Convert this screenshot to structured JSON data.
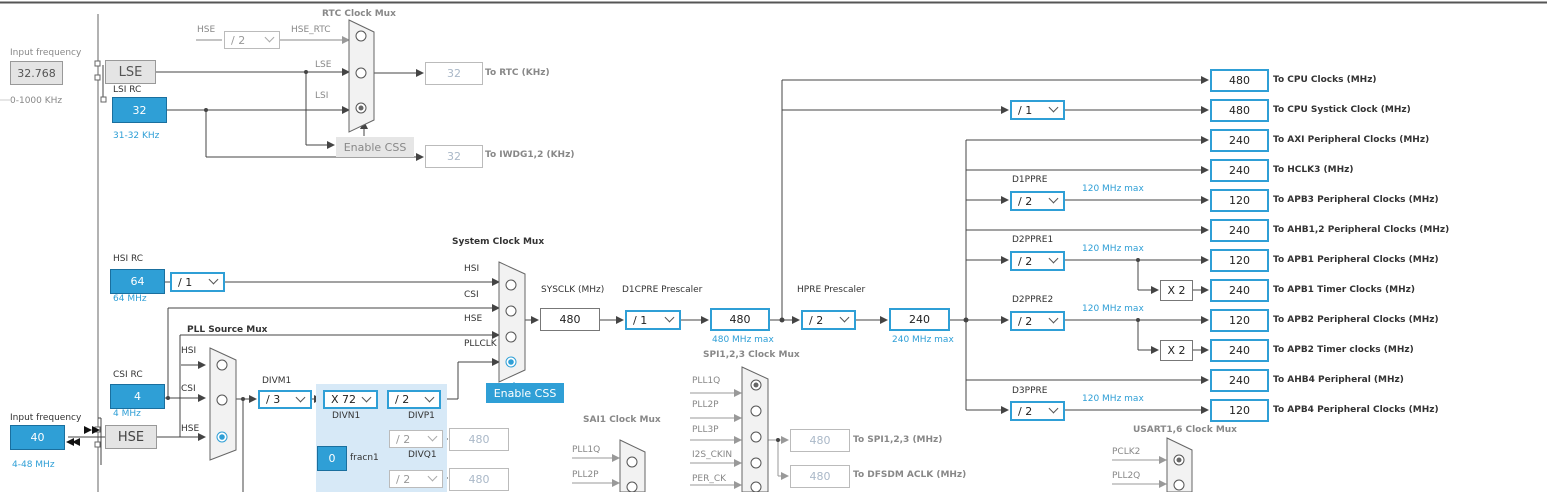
{
  "left": {
    "lse_input_label": "Input frequency",
    "lse_input_value": "32.768",
    "lse_range": "0-1000 KHz",
    "lse_label": "LSE",
    "lsi_title": "LSI RC",
    "lsi_value": "32",
    "lsi_range": "31-32 KHz",
    "hsi_title": "HSI RC",
    "hsi_value": "64",
    "hsi_range": "64 MHz",
    "csi_title": "CSI RC",
    "csi_value": "4",
    "csi_range": "4 MHz",
    "hse_input_label": "Input frequency",
    "hse_input_value": "40",
    "hse_range": "4-48 MHz",
    "hse_label": "HSE"
  },
  "rtc": {
    "title": "RTC Clock Mux",
    "hse_label": "HSE",
    "hse_div": "/ 2",
    "hse_rtc_label": "HSE_RTC",
    "lse_label": "LSE",
    "lsi_label": "LSI",
    "out_value": "32",
    "out_label": "To RTC (KHz)",
    "enable_css": "Enable CSS",
    "iwdg_value": "32",
    "iwdg_label": "To IWDG1,2 (KHz)"
  },
  "sys": {
    "title": "System Clock Mux",
    "hsi_div": "/ 1",
    "in_hsi": "HSI",
    "in_csi": "CSI",
    "in_hse": "HSE",
    "in_pllclk": "PLLCLK",
    "enable_css": "Enable CSS",
    "sysclk_label": "SYSCLK (MHz)",
    "sysclk_value": "480",
    "d1cpre_label": "D1CPRE Prescaler",
    "d1cpre_div": "/ 1",
    "d1_value": "480",
    "d1_max": "480 MHz max",
    "hpre_label": "HPRE Prescaler",
    "hpre_div": "/ 2",
    "hpre_value": "240",
    "hpre_max": "240 MHz max"
  },
  "pll": {
    "title": "PLL Source Mux",
    "in_hsi": "HSI",
    "in_csi": "CSI",
    "in_hse": "HSE",
    "divm1_label": "DIVM1",
    "divm1": "/ 3",
    "divn1": "X 72",
    "divn1_label": "DIVN1",
    "divp1": "/ 2",
    "divp1_label": "DIVP1",
    "divq1": "/ 2",
    "divq1_label": "DIVQ1",
    "divq1_value": "480",
    "divr1": "/ 2",
    "divr1_value": "480",
    "fracn_value": "0",
    "fracn_label": "fracn1"
  },
  "spi": {
    "title": "SPI1,2,3 Clock Mux",
    "in_pll1q": "PLL1Q",
    "in_pll2p": "PLL2P",
    "in_pll3p": "PLL3P",
    "in_i2s": "I2S_CKIN",
    "in_per": "PER_CK",
    "out_value": "480",
    "out_label": "To SPI1,2,3 (MHz)",
    "dfsdm_value": "480",
    "dfsdm_label": "To DFSDM ACLK (MHz)"
  },
  "sai": {
    "title": "SAI1 Clock Mux",
    "in_pll1q": "PLL1Q",
    "in_pll2p": "PLL2P"
  },
  "usart": {
    "title": "USART1,6 Clock Mux",
    "in_pclk2": "PCLK2",
    "in_pll2q": "PLL2Q"
  },
  "outputs": {
    "cpu_value": "480",
    "cpu_label": "To CPU Clocks (MHz)",
    "systick_div": "/ 1",
    "systick_value": "480",
    "systick_label": "To CPU Systick Clock (MHz)",
    "axi_value": "240",
    "axi_label": "To AXI Peripheral Clocks (MHz)",
    "hclk3_value": "240",
    "hclk3_label": "To HCLK3 (MHz)",
    "d1ppre_label": "D1PPRE",
    "d1ppre_div": "/ 2",
    "d1ppre_max": "120 MHz max",
    "apb3_value": "120",
    "apb3_label": "To APB3 Peripheral Clocks (MHz)",
    "ahb12_value": "240",
    "ahb12_label": "To AHB1,2 Peripheral Clocks (MHz)",
    "d2ppre1_label": "D2PPRE1",
    "d2ppre1_div": "/ 2",
    "d2ppre1_max": "120 MHz max",
    "apb1_value": "120",
    "apb1_label": "To APB1 Peripheral Clocks (MHz)",
    "x2a": "X 2",
    "apb1t_value": "240",
    "apb1t_label": "To APB1 Timer Clocks (MHz)",
    "d2ppre2_label": "D2PPRE2",
    "d2ppre2_div": "/ 2",
    "d2ppre2_max": "120 MHz max",
    "apb2_value": "120",
    "apb2_label": "To APB2 Peripheral Clocks (MHz)",
    "x2b": "X 2",
    "apb2t_value": "240",
    "apb2t_label": "To APB2 Timer clocks (MHz)",
    "ahb4_value": "240",
    "ahb4_label": "To AHB4 Peripheral (MHz)",
    "d3ppre_label": "D3PPRE",
    "d3ppre_div": "/ 2",
    "d3ppre_max": "120 MHz max",
    "apb4_value": "120",
    "apb4_label": "To APB4 Peripheral Clocks (MHz)"
  }
}
